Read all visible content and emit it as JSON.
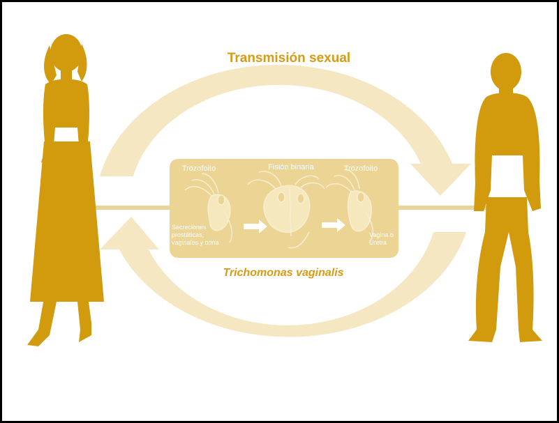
{
  "title": "Transmisión sexual",
  "organism": "Trichomonas vaginalis",
  "stages": {
    "left": "Trozofoito",
    "middle": "Fisión binaria",
    "right": "Trozofoito"
  },
  "notes": {
    "left": [
      "Secreciones",
      "prostáticas,",
      "vaginales y orina"
    ],
    "right": [
      "Vagina o",
      "Uretra"
    ]
  },
  "colors": {
    "silhouette": "#d29a0d",
    "cycle": "#f3e6bf",
    "panel": "#ecd494",
    "title": "#d99a14",
    "panel_text": "#ffffff"
  }
}
